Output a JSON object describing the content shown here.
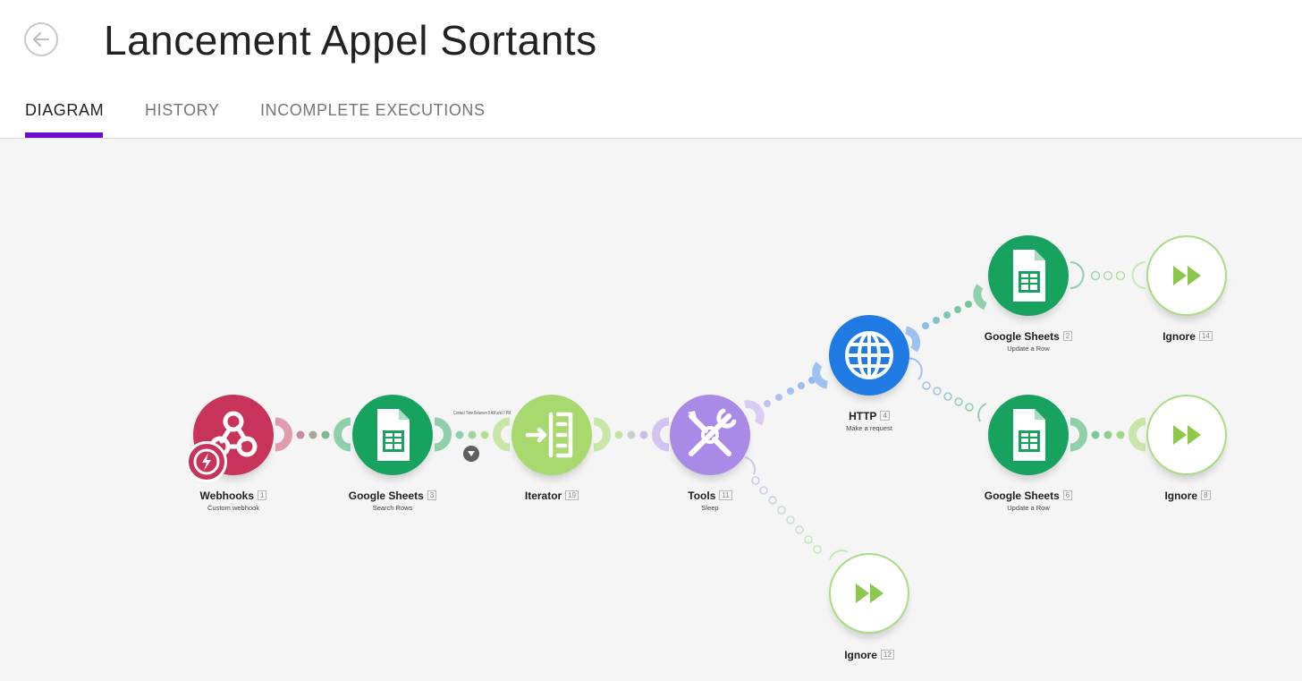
{
  "header": {
    "title": "Lancement Appel Sortants",
    "back_icon": "arrow-left-icon"
  },
  "tabs": [
    {
      "label": "DIAGRAM",
      "active": true
    },
    {
      "label": "HISTORY",
      "active": false
    },
    {
      "label": "INCOMPLETE EXECUTIONS",
      "active": false
    }
  ],
  "accent_color": "#6a0dcc",
  "scenario": {
    "modules": [
      {
        "name": "Webhooks",
        "number": "1",
        "subtitle": "Custom webhook",
        "icon": "webhook-icon",
        "color": "#c8335a"
      },
      {
        "name": "Google Sheets",
        "number": "3",
        "subtitle": "Search Rows",
        "icon": "spreadsheet-icon",
        "color": "#17a35f"
      },
      {
        "name": "Iterator",
        "number": "19",
        "subtitle": "",
        "icon": "iterator-icon",
        "color": "#a8d96e"
      },
      {
        "name": "Tools",
        "number": "11",
        "subtitle": "Sleep",
        "icon": "tools-icon",
        "color": "#a98ae6"
      },
      {
        "name": "HTTP",
        "number": "4",
        "subtitle": "Make a request",
        "icon": "globe-icon",
        "color": "#1f7be3"
      },
      {
        "name": "Google Sheets",
        "number": "2",
        "subtitle": "Update a Row",
        "icon": "spreadsheet-icon",
        "color": "#17a35f"
      },
      {
        "name": "Google Sheets",
        "number": "6",
        "subtitle": "Update a Row",
        "icon": "spreadsheet-icon",
        "color": "#17a35f"
      },
      {
        "name": "Ignore",
        "number": "14",
        "subtitle": "",
        "icon": "fast-forward-icon",
        "color": "#ffffff"
      },
      {
        "name": "Ignore",
        "number": "8",
        "subtitle": "",
        "icon": "fast-forward-icon",
        "color": "#ffffff"
      },
      {
        "name": "Ignore",
        "number": "12",
        "subtitle": "",
        "icon": "fast-forward-icon",
        "color": "#ffffff"
      }
    ],
    "filter": {
      "label": "Contact Time Between 9 AM and 7 PM",
      "icon": "filter-funnel-icon"
    },
    "instant_trigger_icon": "lightning-bolt-icon"
  }
}
